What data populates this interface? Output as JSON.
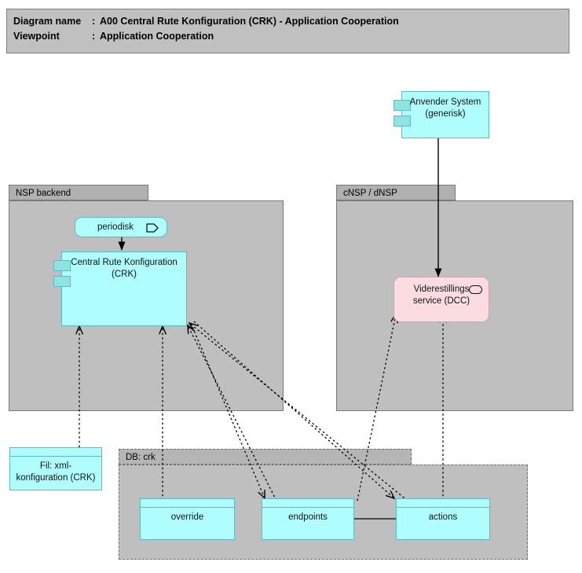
{
  "header": {
    "rows": [
      {
        "key": "Diagram name",
        "sep": ":",
        "value": "A00 Central Rute Konfiguration (CRK) - Application Cooperation"
      },
      {
        "key": "Viewpoint",
        "sep": ":",
        "value": "Application Cooperation"
      }
    ]
  },
  "packages": [
    {
      "id": "nsp-backend",
      "label": "NSP backend"
    },
    {
      "id": "cnsp-dnsp",
      "label": "cNSP / dNSP"
    },
    {
      "id": "db-crk",
      "label": "DB: crk"
    }
  ],
  "nodes": {
    "anvender_system": {
      "label_line1": "Anvender System",
      "label_line2": "(generisk)",
      "icon": "component-icon"
    },
    "periodisk": {
      "label": "periodisk",
      "icon": "event-icon"
    },
    "crk": {
      "label_line1": "Central Rute Konfiguration",
      "label_line2": "(CRK)",
      "icon": "component-icon"
    },
    "dcc": {
      "label_line1": "Viderestillings",
      "label_line2": "service (DCC)",
      "icon": "service-oval-icon"
    },
    "fil_xml": {
      "label_line1": "Fil: xml-",
      "label_line2": "konfiguration (CRK)",
      "icon": "data-object-icon"
    },
    "override": {
      "label": "override",
      "icon": "data-object-icon"
    },
    "endpoints": {
      "label": "endpoints",
      "icon": "data-object-icon"
    },
    "actions": {
      "label": "actions",
      "icon": "data-object-icon"
    }
  },
  "colors": {
    "application_fill": "#b0fdfd",
    "application_stroke": "#5fb8c4",
    "service_fill": "#fbdde1",
    "service_stroke": "#d6a3ab",
    "package_fill": "#bfbfbf",
    "package_tab_fill": "#b0b0b0",
    "package_stroke": "#7a7a7a",
    "title_fill": "#c0c0c0",
    "connector": "#000000",
    "canvas": "#ffffff"
  }
}
